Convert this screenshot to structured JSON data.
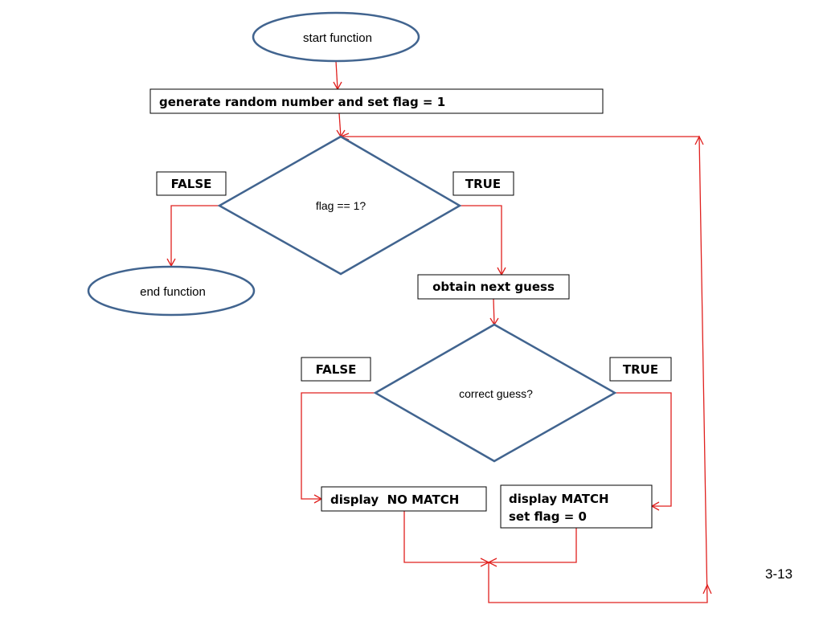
{
  "colors": {
    "shape_stroke": "#41648f",
    "connector": "#e0201e",
    "box_stroke": "#000000"
  },
  "nodes": {
    "start": "start function",
    "generate": "generate random number and set flag = 1",
    "flag_check": "flag == 1?",
    "flag_false": "FALSE",
    "flag_true": "TRUE",
    "end": "end function",
    "obtain": "obtain next guess",
    "guess_check": "correct guess?",
    "guess_false": "FALSE",
    "guess_true": "TRUE",
    "no_match": "display  NO MATCH",
    "match_line1": "display MATCH",
    "match_line2": "set flag = 0"
  },
  "slide_number": "3-13"
}
